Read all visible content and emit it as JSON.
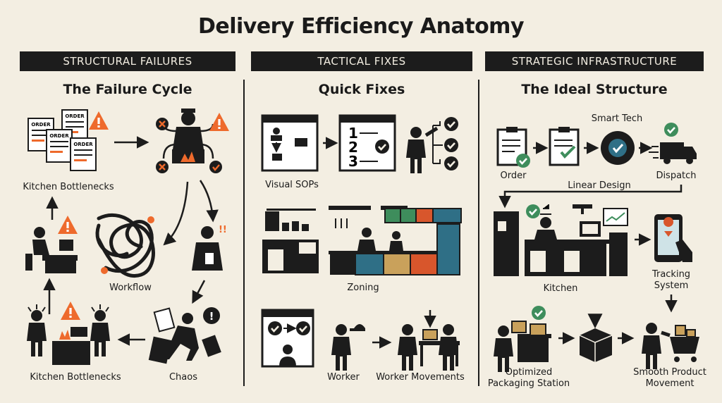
{
  "title": "Delivery Efficiency Anatomy",
  "columns": [
    {
      "header": "STRUCTURAL FAILURES",
      "subtitle": "The Failure Cycle",
      "labels": {
        "bottlenecks_top": "Kitchen Bottlenecks",
        "workflow": "Workflow",
        "bottlenecks_bottom": "Kitchen Bottlenecks",
        "chaos": "Chaos"
      },
      "order_ticket": "ORDER"
    },
    {
      "header": "TACTICAL FIXES",
      "subtitle": "Quick Fixes",
      "labels": {
        "visual_sops": "Visual SOPs",
        "zoning": "Zoning",
        "worker": "Worker",
        "worker_movements": "Worker Movements"
      },
      "steps": [
        "1",
        "2",
        "3"
      ]
    },
    {
      "header": "STRATEGIC INFRASTRUCTURE",
      "subtitle": "The Ideal Structure",
      "labels": {
        "order": "Order",
        "smart_tech": "Smart Tech",
        "dispatch": "Dispatch",
        "linear_design": "Linear Design",
        "kitchen": "Kitchen",
        "tracking_line1": "Tracking",
        "tracking_line2": "System",
        "packaging_line1": "Optimized",
        "packaging_line2": "Packaging Station",
        "movement_line1": "Smooth Product",
        "movement_line2": "Movement"
      }
    }
  ],
  "colors": {
    "background": "#f3eee2",
    "ink": "#1c1c1c",
    "accent": "#ee6a2c",
    "green": "#3e8d5c",
    "blue": "#2f6f86",
    "red": "#d8562c",
    "tan": "#c9a15b"
  }
}
